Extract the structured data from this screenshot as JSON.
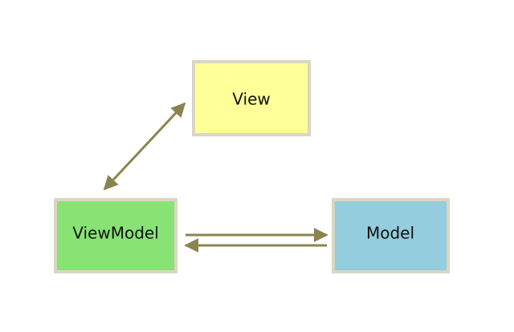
{
  "diagram": {
    "nodes": {
      "view": {
        "label": "View",
        "fill": "#ffff99"
      },
      "viewmodel": {
        "label": "ViewModel",
        "fill": "#88e374"
      },
      "model": {
        "label": "Model",
        "fill": "#94cddd"
      }
    },
    "node_border": "#d9d6c3",
    "connector_color": "#8b8450"
  }
}
